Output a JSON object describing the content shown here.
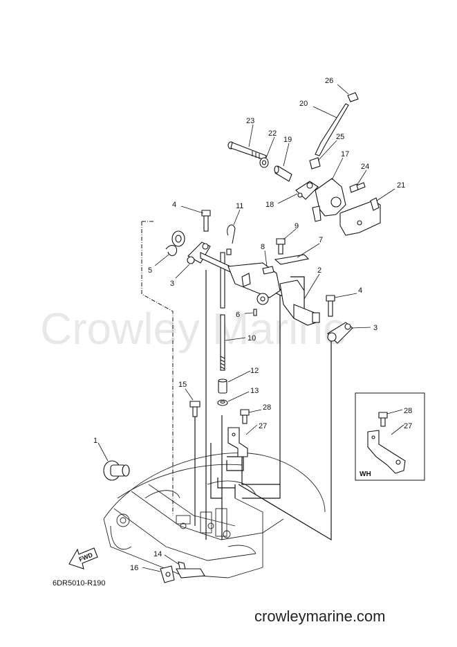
{
  "watermark": "Crowley Marine",
  "footer_url": "crowleymarine.com",
  "diagram_code": "6DR5010-R190",
  "inset_label": "WH",
  "fwd_label": "FWD",
  "callouts": [
    {
      "id": "c26",
      "text": "26"
    },
    {
      "id": "c20",
      "text": "20"
    },
    {
      "id": "c23",
      "text": "23"
    },
    {
      "id": "c22",
      "text": "22"
    },
    {
      "id": "c19",
      "text": "19"
    },
    {
      "id": "c25",
      "text": "25"
    },
    {
      "id": "c17",
      "text": "17"
    },
    {
      "id": "c24",
      "text": "24"
    },
    {
      "id": "c21",
      "text": "21"
    },
    {
      "id": "c18",
      "text": "18"
    },
    {
      "id": "c4a",
      "text": "4"
    },
    {
      "id": "c11",
      "text": "11"
    },
    {
      "id": "c9",
      "text": "9"
    },
    {
      "id": "c7",
      "text": "7"
    },
    {
      "id": "c8",
      "text": "8"
    },
    {
      "id": "c5",
      "text": "5"
    },
    {
      "id": "c3a",
      "text": "3"
    },
    {
      "id": "c2",
      "text": "2"
    },
    {
      "id": "c4b",
      "text": "4"
    },
    {
      "id": "c6",
      "text": "6"
    },
    {
      "id": "c3b",
      "text": "3"
    },
    {
      "id": "c10",
      "text": "10"
    },
    {
      "id": "c12",
      "text": "12"
    },
    {
      "id": "c15",
      "text": "15"
    },
    {
      "id": "c13",
      "text": "13"
    },
    {
      "id": "c28a",
      "text": "28"
    },
    {
      "id": "c27a",
      "text": "27"
    },
    {
      "id": "c28b",
      "text": "28"
    },
    {
      "id": "c27b",
      "text": "27"
    },
    {
      "id": "c1",
      "text": "1"
    },
    {
      "id": "c14",
      "text": "14"
    },
    {
      "id": "c16",
      "text": "16"
    }
  ]
}
